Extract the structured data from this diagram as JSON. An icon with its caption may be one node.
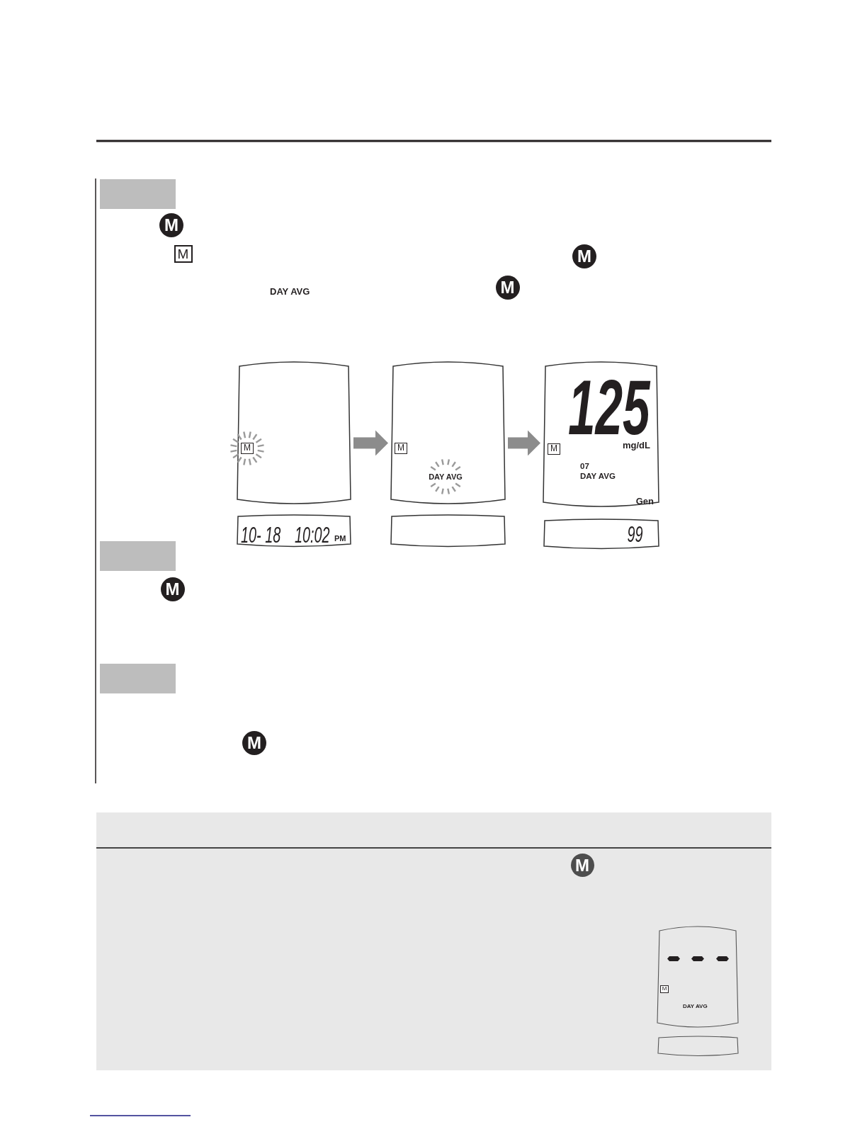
{
  "diagram": {
    "nodes": [
      {
        "text": [],
        "shape": "box"
      },
      {
        "text": [
          "M"
        ]
      },
      {
        "text": [
          "10- 18",
          "10:02",
          "PM"
        ]
      },
      {
        "text": [
          "M",
          "DAY AVG"
        ]
      },
      {
        "text": [],
        "shape": "box"
      },
      {
        "text": [
          "125",
          "mg/dL",
          "M",
          "07",
          "DAY AVG",
          "Gen"
        ]
      },
      {
        "text": [
          "99"
        ]
      },
      {
        "text": [],
        "shape": "box"
      },
      {
        "text": [],
        "shape": "box"
      },
      {
        "text": [
          "M",
          "DAY AVG"
        ]
      },
      {
        "text": [],
        "shape": "box"
      }
    ],
    "edges": [
      {
        "from": 1,
        "to": 3,
        "arrow": "to"
      },
      {
        "from": 3,
        "to": 5,
        "arrow": "to"
      }
    ],
    "labels": [
      "M",
      "M",
      "M",
      "DAY AVG",
      "M",
      "M",
      "M",
      "M"
    ]
  }
}
